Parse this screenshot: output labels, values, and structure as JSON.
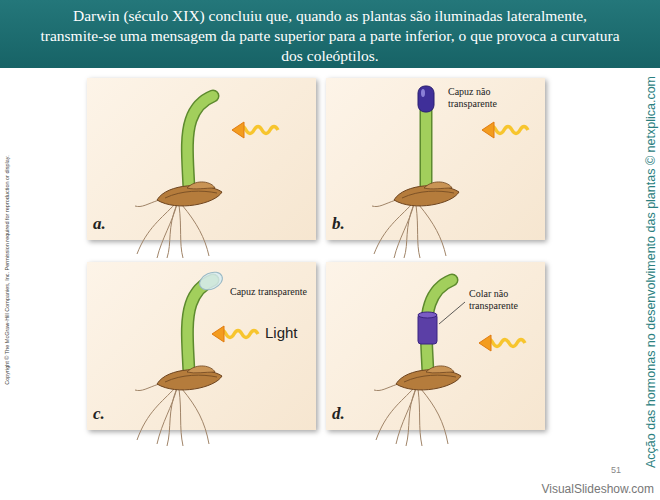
{
  "diagram": {
    "title": "Darwin (século XIX) concluiu que, quando as plantas são iluminadas lateralmente, transmite-se uma mensagem da parte superior para a parte inferior, o que provoca a curvatura dos coleóptilos.",
    "nodes": [
      {
        "text": [
          "a."
        ]
      },
      {
        "text": [
          "Capuz não transparente",
          "b."
        ]
      },
      {
        "text": [
          "Capuz transparente",
          "Light",
          "c."
        ]
      },
      {
        "text": [
          "Colar não transparente",
          "d."
        ]
      }
    ],
    "labels": [
      "Copyright © The McGraw-Hill Companies, Inc. Permission required for reproduction or display.",
      "Acção das hormonas no desenvolvimento das plantas © netxplica.com",
      "51",
      "VisualSlideshow.com"
    ]
  }
}
